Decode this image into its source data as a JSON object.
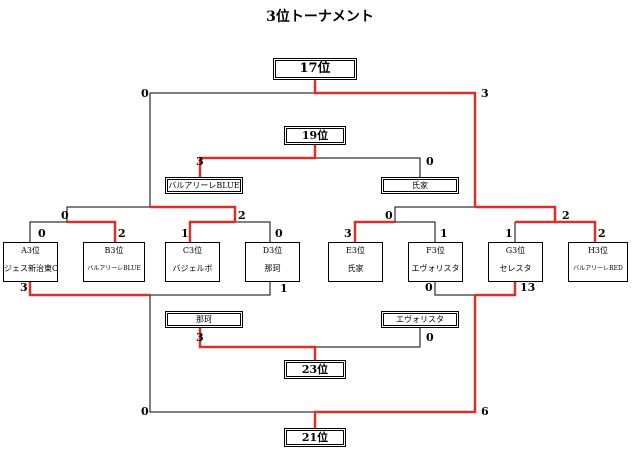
{
  "title": "3位トーナメント",
  "places": {
    "p17": "17位",
    "p19": "19位",
    "p23": "23位",
    "p21": "21位"
  },
  "teams_19": {
    "left": "バルアリーレBLUE",
    "right": "氏家"
  },
  "teams_23": {
    "left": "那珂",
    "right": "エヴォリスタ"
  },
  "seeds": [
    {
      "rank": "A3位",
      "team": "ジェス新治東C"
    },
    {
      "rank": "B3位",
      "team": "バルアリーレBLUE"
    },
    {
      "rank": "C3位",
      "team": "バジェルボ"
    },
    {
      "rank": "D3位",
      "team": "那珂"
    },
    {
      "rank": "E3位",
      "team": "氏家"
    },
    {
      "rank": "F3位",
      "team": "エヴォリスタ"
    },
    {
      "rank": "G3位",
      "team": "セレスタ"
    },
    {
      "rank": "H3位",
      "team": "バルアリーレRED"
    }
  ],
  "scores": {
    "r1_ab_a": "0",
    "r1_ab_b": "2",
    "r1_cd_c": "1",
    "r1_cd_d": "0",
    "r1_ef_e": "3",
    "r1_ef_f": "1",
    "r1_gh_g": "1",
    "r1_gh_h": "2",
    "r2_left": "0",
    "r2_right": "2",
    "r2b_left": "0",
    "r2b_right": "2",
    "final17_left": "0",
    "final17_right": "3",
    "p19_left": "3",
    "p19_right": "0",
    "lose_a": "3",
    "lose_d": "1",
    "lose_f": "0",
    "lose_g": "13",
    "p23_left": "3",
    "p23_right": "0",
    "p21_left": "0",
    "p21_right": "6"
  },
  "colors": {
    "winner_line": "#d9302a",
    "line": "#000000"
  }
}
